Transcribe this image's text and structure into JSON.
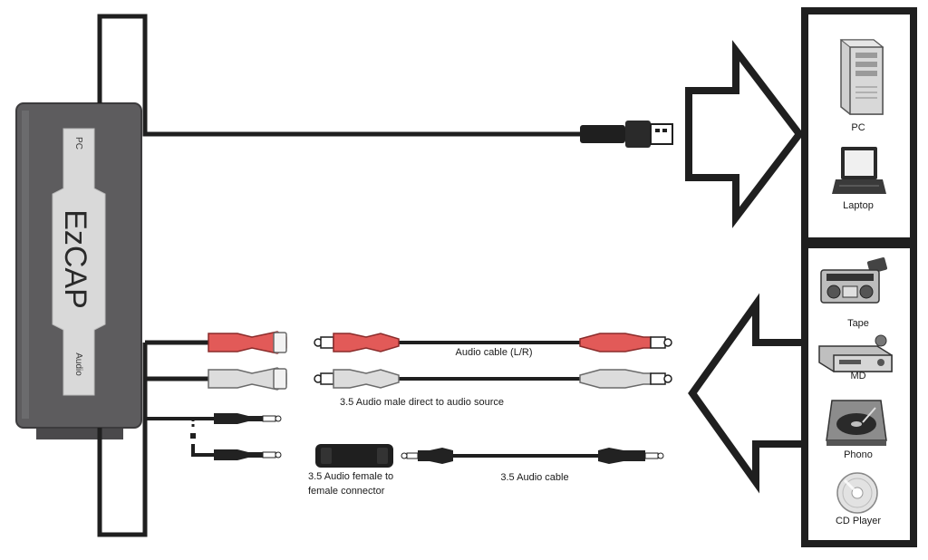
{
  "device": {
    "brand": "EzCAP",
    "port_top": "PC",
    "port_bottom": "Audio"
  },
  "cables": {
    "rca_lr_label": "Audio cable (L/R)",
    "direct_label": "3.5 Audio male direct to audio source",
    "adapter_label_line1": "3.5 Audio female to",
    "adapter_label_line2": "female connector",
    "audio_cable_label": "3.5 Audio cable"
  },
  "targets": {
    "computers": [
      {
        "label": "PC",
        "icon": "pc-tower-icon"
      },
      {
        "label": "Laptop",
        "icon": "laptop-icon"
      }
    ],
    "sources": [
      {
        "label": "Tape",
        "icon": "tape-recorder-icon"
      },
      {
        "label": "MD",
        "icon": "md-player-icon"
      },
      {
        "label": "Phono",
        "icon": "turntable-icon"
      },
      {
        "label": "CD Player",
        "icon": "cd-icon"
      }
    ]
  },
  "colors": {
    "rca_red": "#e25a58",
    "rca_white": "#dcdcdc",
    "cable": "#1f1f1f",
    "device_body": "#5d5c5e"
  }
}
